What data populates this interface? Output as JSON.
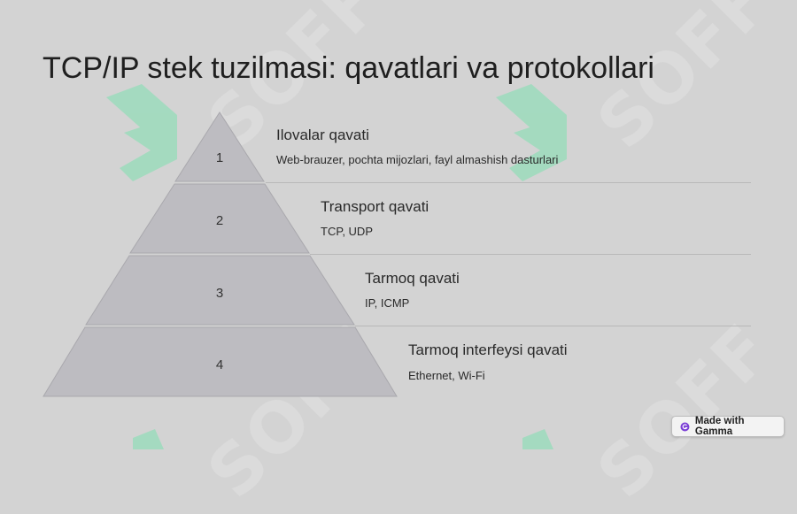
{
  "slide": {
    "title": "TCP/IP stek tuzilmasi: qavatlari va protokollari"
  },
  "watermark": {
    "text": "SOFF",
    "color": "#7ee0b0"
  },
  "pyramid": {
    "fill": "#bdbcc1",
    "stroke": "#a9a8ad",
    "layers": [
      {
        "number": "1",
        "title": "Ilovalar qavati",
        "desc": "Web-brauzer, pochta mijozlari, fayl almashish dasturlari"
      },
      {
        "number": "2",
        "title": "Transport qavati",
        "desc": "TCP, UDP"
      },
      {
        "number": "3",
        "title": "Tarmoq qavati",
        "desc": "IP, ICMP"
      },
      {
        "number": "4",
        "title": "Tarmoq interfeysi qavati",
        "desc": "Ethernet, Wi-Fi"
      }
    ]
  },
  "badge": {
    "label": "Made with Gamma",
    "icon": "gamma-logo-icon",
    "accent": "#7b3fd6"
  }
}
